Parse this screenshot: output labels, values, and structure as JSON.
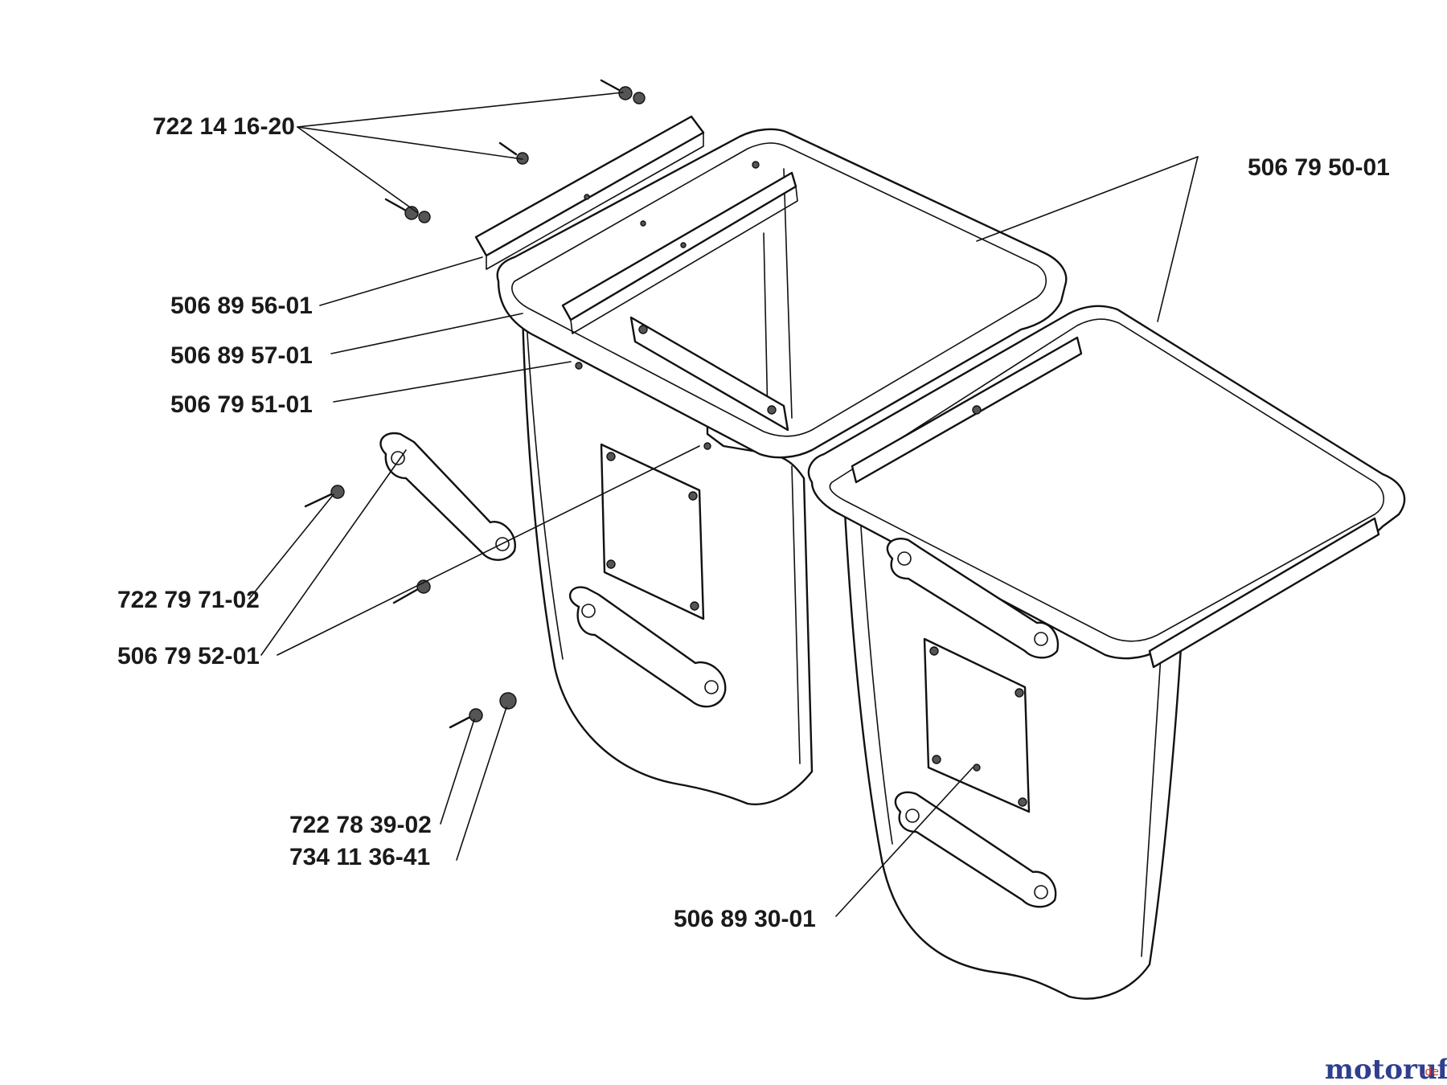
{
  "diagram": {
    "part_labels": {
      "hardware_bolts": "722 14 16-20",
      "grass_bag": "506 79 50-01",
      "bracket_top": "506 89 56-01",
      "bracket_front": "506 89 57-01",
      "bin_left": "506 79 51-01",
      "handle_screw": "722 79 71-02",
      "handle": "506 79 52-01",
      "screw_small": "722 78 39-02",
      "nut_small": "734 11 36-41",
      "bin_right": "506 89 30-01"
    },
    "watermark": {
      "brand": "motoruf",
      "domain": ".de",
      "brand_color_main": "#2e3f8f",
      "brand_color_accent": "#d43a2a"
    }
  }
}
